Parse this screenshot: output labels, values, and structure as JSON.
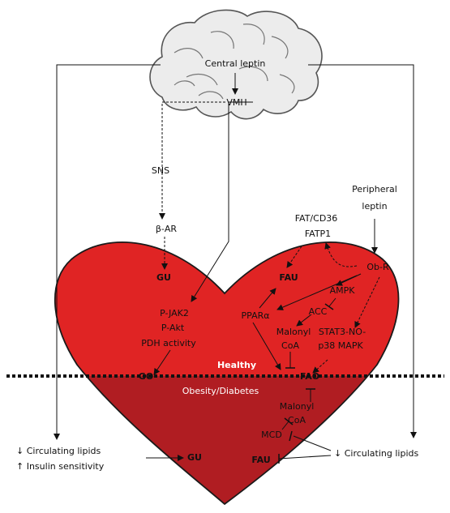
{
  "labels": {
    "central_leptin": "Central leptin",
    "vmh": "VMH",
    "sns": "SNS",
    "beta_ar": "β-AR",
    "peripheral_leptin_1": "Peripheral",
    "peripheral_leptin_2": "leptin",
    "fat_cd36": "FAT/CD36",
    "fatp1": "FATP1",
    "ob_r": "Ob-R",
    "gu_top": "GU",
    "fau_top": "FAU",
    "ampk": "AMPK",
    "ppar": "PPARα",
    "acc": "ACC",
    "p_jak2": "P-JAK2",
    "p_akt": "P-Akt",
    "pdh_activity": "PDH activity",
    "malonyl_coa_1": "Malonyl",
    "coa_1": "CoA",
    "stat3": "STAT3-NO-",
    "p38": "p38 MAPK",
    "healthy": "Healthy",
    "go": "GO",
    "fao": "FAO",
    "obesity": "Obesity/Diabetes",
    "malonyl_coa_2": "Malonyl",
    "coa_2": "CoA",
    "mcd": "MCD",
    "circ_lipids_left": "↓ Circulating lipids",
    "insulin_sens": "↑ Insulin sensitivity",
    "gu_bottom": "GU",
    "fau_bottom": "FAU",
    "circ_lipids_right": "↓ Circulating lipids"
  },
  "colors": {
    "heart_top": "#e02424",
    "heart_bottom": "#b01d22",
    "outline": "#1a1a1a",
    "brain_fill": "#ececec"
  }
}
